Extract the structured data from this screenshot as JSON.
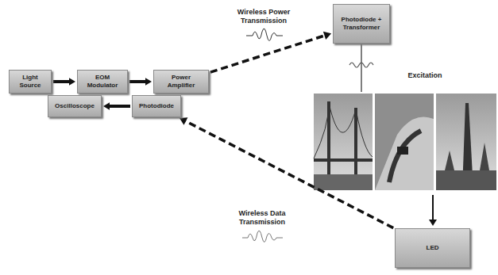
{
  "diagram": {
    "nodes": [
      {
        "text": [
          "Light Source"
        ]
      },
      {
        "text": [
          "EOM Modulator"
        ]
      },
      {
        "text": [
          "Power Amplifier"
        ]
      },
      {
        "text": [
          "Photodiode + Transformer"
        ]
      },
      {
        "text": [
          "Oscilloscope"
        ]
      },
      {
        "text": [
          "Photodiode"
        ]
      },
      {
        "text": [
          "LED"
        ]
      }
    ],
    "edges": [
      {
        "from": 0,
        "to": 1,
        "arrow": "to"
      },
      {
        "from": 1,
        "to": 2,
        "arrow": "to"
      },
      {
        "from": 2,
        "to": 3,
        "arrow": "to"
      },
      {
        "from": 6,
        "to": 5,
        "arrow": "to"
      },
      {
        "from": 5,
        "to": 4,
        "arrow": "to"
      }
    ],
    "labels": [
      "Wireless Power Transmission",
      "Excitation",
      "Wireless Data Transmission"
    ]
  }
}
